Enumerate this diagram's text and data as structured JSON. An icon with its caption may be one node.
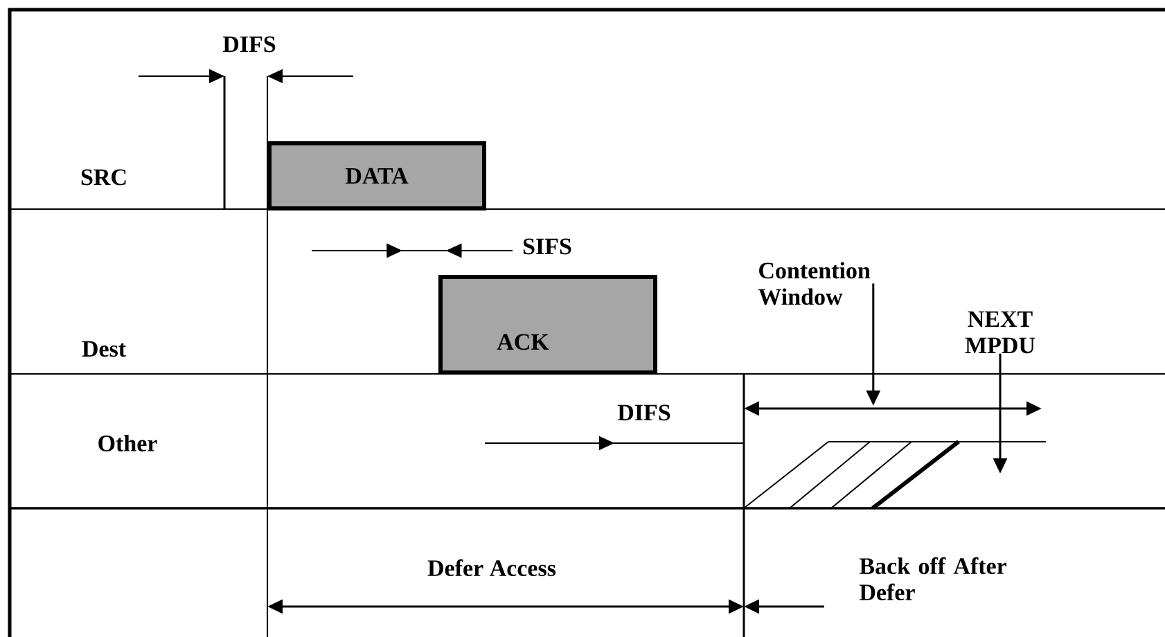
{
  "diagram": {
    "nodes": [
      {
        "text": [
          "DATA"
        ]
      },
      {
        "text": [
          "ACK"
        ]
      },
      {
        "text": [
          "Contention Window"
        ]
      },
      {
        "text": [
          "NEXT MPDU"
        ]
      }
    ],
    "edges": [
      {
        "from": 2,
        "to": null,
        "arrow": "to"
      },
      {
        "from": 3,
        "to": null,
        "arrow": "to"
      }
    ],
    "labels": [
      "DIFS",
      "SRC",
      "SIFS",
      "Dest",
      "DIFS",
      "Other",
      "Defer Access",
      "Back off After Defer"
    ]
  }
}
